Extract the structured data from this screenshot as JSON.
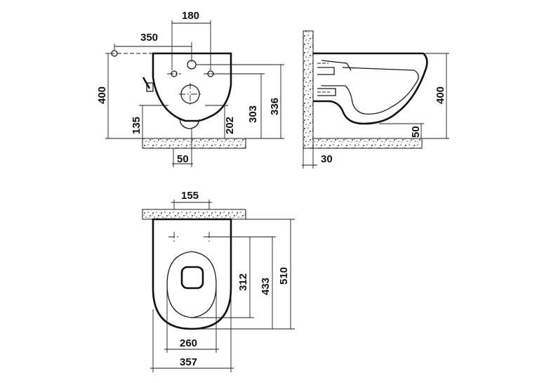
{
  "front_view": {
    "dims": {
      "d350": "350",
      "d180": "180",
      "d400": "400",
      "d135": "135",
      "d202": "202",
      "d303": "303",
      "d336": "336",
      "d50": "50"
    }
  },
  "side_view": {
    "dims": {
      "d400": "400",
      "d50": "50",
      "d30": "30"
    }
  },
  "top_view": {
    "dims": {
      "d155": "155",
      "d312": "312",
      "d433": "433",
      "d510": "510",
      "d260": "260",
      "d357": "357"
    }
  }
}
